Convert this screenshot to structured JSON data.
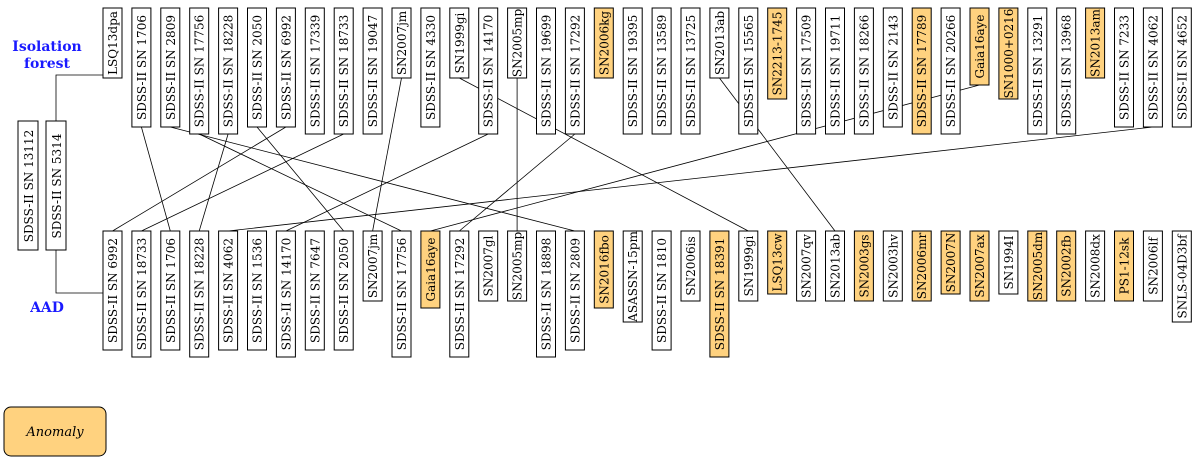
{
  "row_titles": {
    "top_line1": "Isolation",
    "top_line2": "forest",
    "bottom": "AAD"
  },
  "left_labels": [
    "SDSS-II SN 13112",
    "SDSS-II SN 5314"
  ],
  "top_row": [
    {
      "label": "LSQ13dpa",
      "anomaly": false
    },
    {
      "label": "SDSS-II SN 1706",
      "anomaly": false
    },
    {
      "label": "SDSS-II SN 2809",
      "anomaly": false
    },
    {
      "label": "SDSS-II SN 17756",
      "anomaly": false
    },
    {
      "label": "SDSS-II SN 18228",
      "anomaly": false
    },
    {
      "label": "SDSS-II SN 2050",
      "anomaly": false
    },
    {
      "label": "SDSS-II SN 6992",
      "anomaly": false
    },
    {
      "label": "SDSS-II SN 17339",
      "anomaly": false
    },
    {
      "label": "SDSS-II SN 18733",
      "anomaly": false
    },
    {
      "label": "SDSS-II SN 19047",
      "anomaly": false
    },
    {
      "label": "SN2007jm",
      "anomaly": false
    },
    {
      "label": "SDSS-II SN 4330",
      "anomaly": false
    },
    {
      "label": "SN1999gi",
      "anomaly": false
    },
    {
      "label": "SDSS-II SN 14170",
      "anomaly": false
    },
    {
      "label": "SN2005mp",
      "anomaly": false
    },
    {
      "label": "SDSS-II SN 19699",
      "anomaly": false
    },
    {
      "label": "SDSS-II SN 17292",
      "anomaly": false
    },
    {
      "label": "SN2006kg",
      "anomaly": true
    },
    {
      "label": "SDSS-II SN 19395",
      "anomaly": false
    },
    {
      "label": "SDSS-II SN 13589",
      "anomaly": false
    },
    {
      "label": "SDSS-II SN 13725",
      "anomaly": false
    },
    {
      "label": "SN2013ab",
      "anomaly": false
    },
    {
      "label": "SDSS-II SN 15565",
      "anomaly": false
    },
    {
      "label": "SN2213-1745",
      "anomaly": true
    },
    {
      "label": "SDSS-II SN 17509",
      "anomaly": false
    },
    {
      "label": "SDSS-II SN 19711",
      "anomaly": false
    },
    {
      "label": "SDSS-II SN 18266",
      "anomaly": false
    },
    {
      "label": "SDSS-II SN 2143",
      "anomaly": false
    },
    {
      "label": "SDSS-II SN 17789",
      "anomaly": true
    },
    {
      "label": "SDSS-II SN 20266",
      "anomaly": false
    },
    {
      "label": "Gaia16aye",
      "anomaly": true
    },
    {
      "label": "SN1000+0216",
      "anomaly": true
    },
    {
      "label": "SDSS-II SN 13291",
      "anomaly": false
    },
    {
      "label": "SDSS-II SN 13968",
      "anomaly": false
    },
    {
      "label": "SN2013am",
      "anomaly": true
    },
    {
      "label": "SDSS-II SN 7233",
      "anomaly": false
    },
    {
      "label": "SDSS-II SN 4062",
      "anomaly": false
    },
    {
      "label": "SDSS-II SN 4652",
      "anomaly": false
    }
  ],
  "bottom_row": [
    {
      "label": "SDSS-II SN 6992",
      "anomaly": false
    },
    {
      "label": "SDSS-II SN 18733",
      "anomaly": false
    },
    {
      "label": "SDSS-II SN 1706",
      "anomaly": false
    },
    {
      "label": "SDSS-II SN 18228",
      "anomaly": false
    },
    {
      "label": "SDSS-II SN 4062",
      "anomaly": false
    },
    {
      "label": "SDSS-II SN 1536",
      "anomaly": false
    },
    {
      "label": "SDSS-II SN 14170",
      "anomaly": false
    },
    {
      "label": "SDSS-II SN 7647",
      "anomaly": false
    },
    {
      "label": "SDSS-II SN 2050",
      "anomaly": false
    },
    {
      "label": "SN2007jm",
      "anomaly": false
    },
    {
      "label": "SDSS-II SN 17756",
      "anomaly": false
    },
    {
      "label": "Gaia16aye",
      "anomaly": true
    },
    {
      "label": "SDSS-II SN 17292",
      "anomaly": false
    },
    {
      "label": "SN2007gl",
      "anomaly": false
    },
    {
      "label": "SN2005mp",
      "anomaly": false
    },
    {
      "label": "SDSS-II SN 18898",
      "anomaly": false
    },
    {
      "label": "SDSS-II SN 2809",
      "anomaly": false
    },
    {
      "label": "SN2016fbo",
      "anomaly": true
    },
    {
      "label": "ASASSN-15pm",
      "anomaly": false
    },
    {
      "label": "SDSS-II SN 1810",
      "anomaly": false
    },
    {
      "label": "SN2006is",
      "anomaly": false
    },
    {
      "label": "SDSS-II SN 18391",
      "anomaly": true
    },
    {
      "label": "SN1999gi",
      "anomaly": false
    },
    {
      "label": "LSQ13cw",
      "anomaly": true
    },
    {
      "label": "SN2007qv",
      "anomaly": false
    },
    {
      "label": "SN2013ab",
      "anomaly": false
    },
    {
      "label": "SN2003gs",
      "anomaly": true
    },
    {
      "label": "SN2003hv",
      "anomaly": false
    },
    {
      "label": "SN2006mr",
      "anomaly": true
    },
    {
      "label": "SN2007N",
      "anomaly": true
    },
    {
      "label": "SN2007ax",
      "anomaly": true
    },
    {
      "label": "SN1994I",
      "anomaly": false
    },
    {
      "label": "SN2005dm",
      "anomaly": true
    },
    {
      "label": "SN2002fb",
      "anomaly": true
    },
    {
      "label": "SN2008dx",
      "anomaly": false
    },
    {
      "label": "PS1-12sk",
      "anomaly": true
    },
    {
      "label": "SN2006lf",
      "anomaly": false
    },
    {
      "label": "SNLS-04D3bf",
      "anomaly": false
    }
  ],
  "legend": {
    "label": "Anomaly"
  },
  "colors": {
    "anomaly_fill": "#ffd27f",
    "normal_fill": "#ffffff",
    "stroke": "#000000",
    "title": "#1a1aff"
  }
}
